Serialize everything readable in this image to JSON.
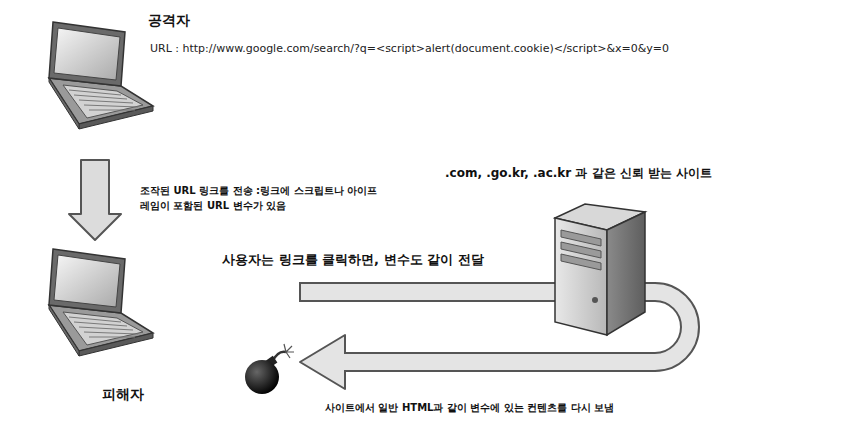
{
  "diagram": {
    "nodes": [
      {
        "text": [
          "공격자"
        ]
      },
      {
        "text": [
          ".com, .go.kr, .ac.kr 과 같은 신뢰 받는 사이트"
        ]
      },
      {
        "text": [
          "피해자"
        ]
      }
    ],
    "edges": [
      {
        "from": 0,
        "to": 2,
        "arrow": "to",
        "label": "조작된 URL 링크를 전송 :링크에 스크립트나 아이프레임이 포함된 URL 변수가 있음"
      },
      {
        "from": 2,
        "to": 1,
        "arrow": "none",
        "label": "사용자는 링크를 클릭하면, 변수도 같이 전달"
      },
      {
        "from": 1,
        "to": 2,
        "arrow": "to",
        "label": "사이트에서 일반 HTML과 같이 변수에 있는 컨텐츠를 다시 보냄"
      }
    ],
    "labels": [
      "URL : http://www.google.com/search/?q=<script>alert(document.cookie)</script>&x=0&y=0"
    ]
  }
}
